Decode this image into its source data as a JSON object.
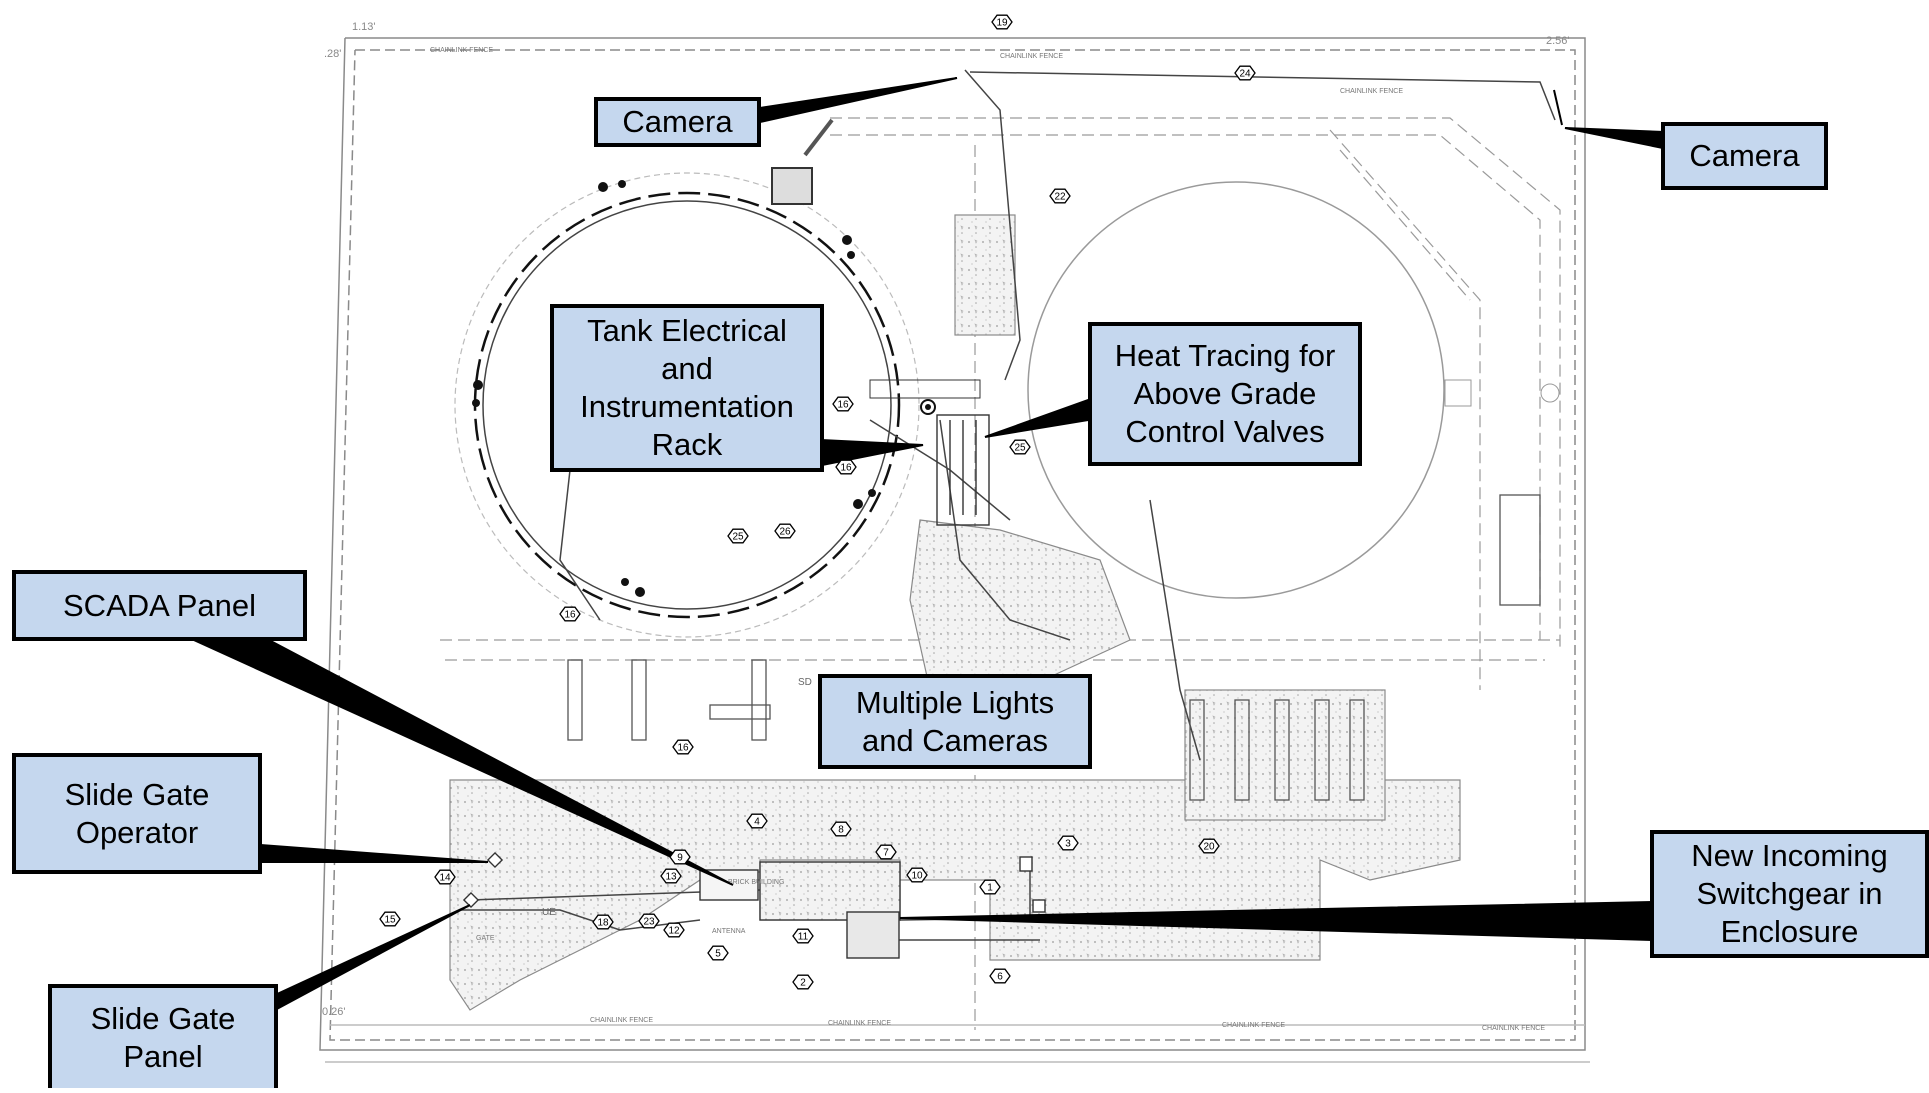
{
  "callouts": {
    "camera_left": "Camera",
    "camera_right": "Camera",
    "tank_rack": [
      "Tank Electrical",
      "and",
      "Instrumentation",
      "Rack"
    ],
    "heat_tracing": [
      "Heat Tracing for",
      "Above Grade",
      "Control Valves"
    ],
    "scada": "SCADA Panel",
    "lights_cameras": [
      "Multiple Lights",
      "and Cameras"
    ],
    "slide_gate_operator": [
      "Slide Gate",
      "Operator"
    ],
    "switchgear": [
      "New Incoming",
      "Switchgear in",
      "Enclosure"
    ],
    "slide_gate_panel": [
      "Slide Gate",
      "Panel"
    ]
  },
  "drawing": {
    "fence_label": "CHAINLINK FENCE",
    "dim_top_left": "1.13'",
    "dim_left": ".28'",
    "dim_top_right": "2.56'",
    "dim_bottom_left": "0.26'",
    "sd_label": "SD",
    "ue_label": "UE",
    "building_label": "BRICK BUILDING",
    "antenna_label": "ANTENNA",
    "gate_label": "GATE",
    "tags": {
      "t1": "1",
      "t2": "2",
      "t3": "3",
      "t4": "4",
      "t5": "5",
      "t6": "6",
      "t7": "7",
      "t8": "8",
      "t9": "9",
      "t10": "10",
      "t11": "11",
      "t12": "12",
      "t13": "13",
      "t14": "14",
      "t15": "15",
      "t16a": "16",
      "t16b": "16",
      "t16c": "16",
      "t16d": "16",
      "t18": "18",
      "t19": "19",
      "t20": "20",
      "t22": "22",
      "t23": "23",
      "t24": "24",
      "t25a": "25",
      "t25b": "25",
      "t26": "26"
    }
  },
  "colors": {
    "callout_fill": "#c5d7ee",
    "callout_border": "#000000",
    "drawing_line": "#8a8a8a"
  }
}
